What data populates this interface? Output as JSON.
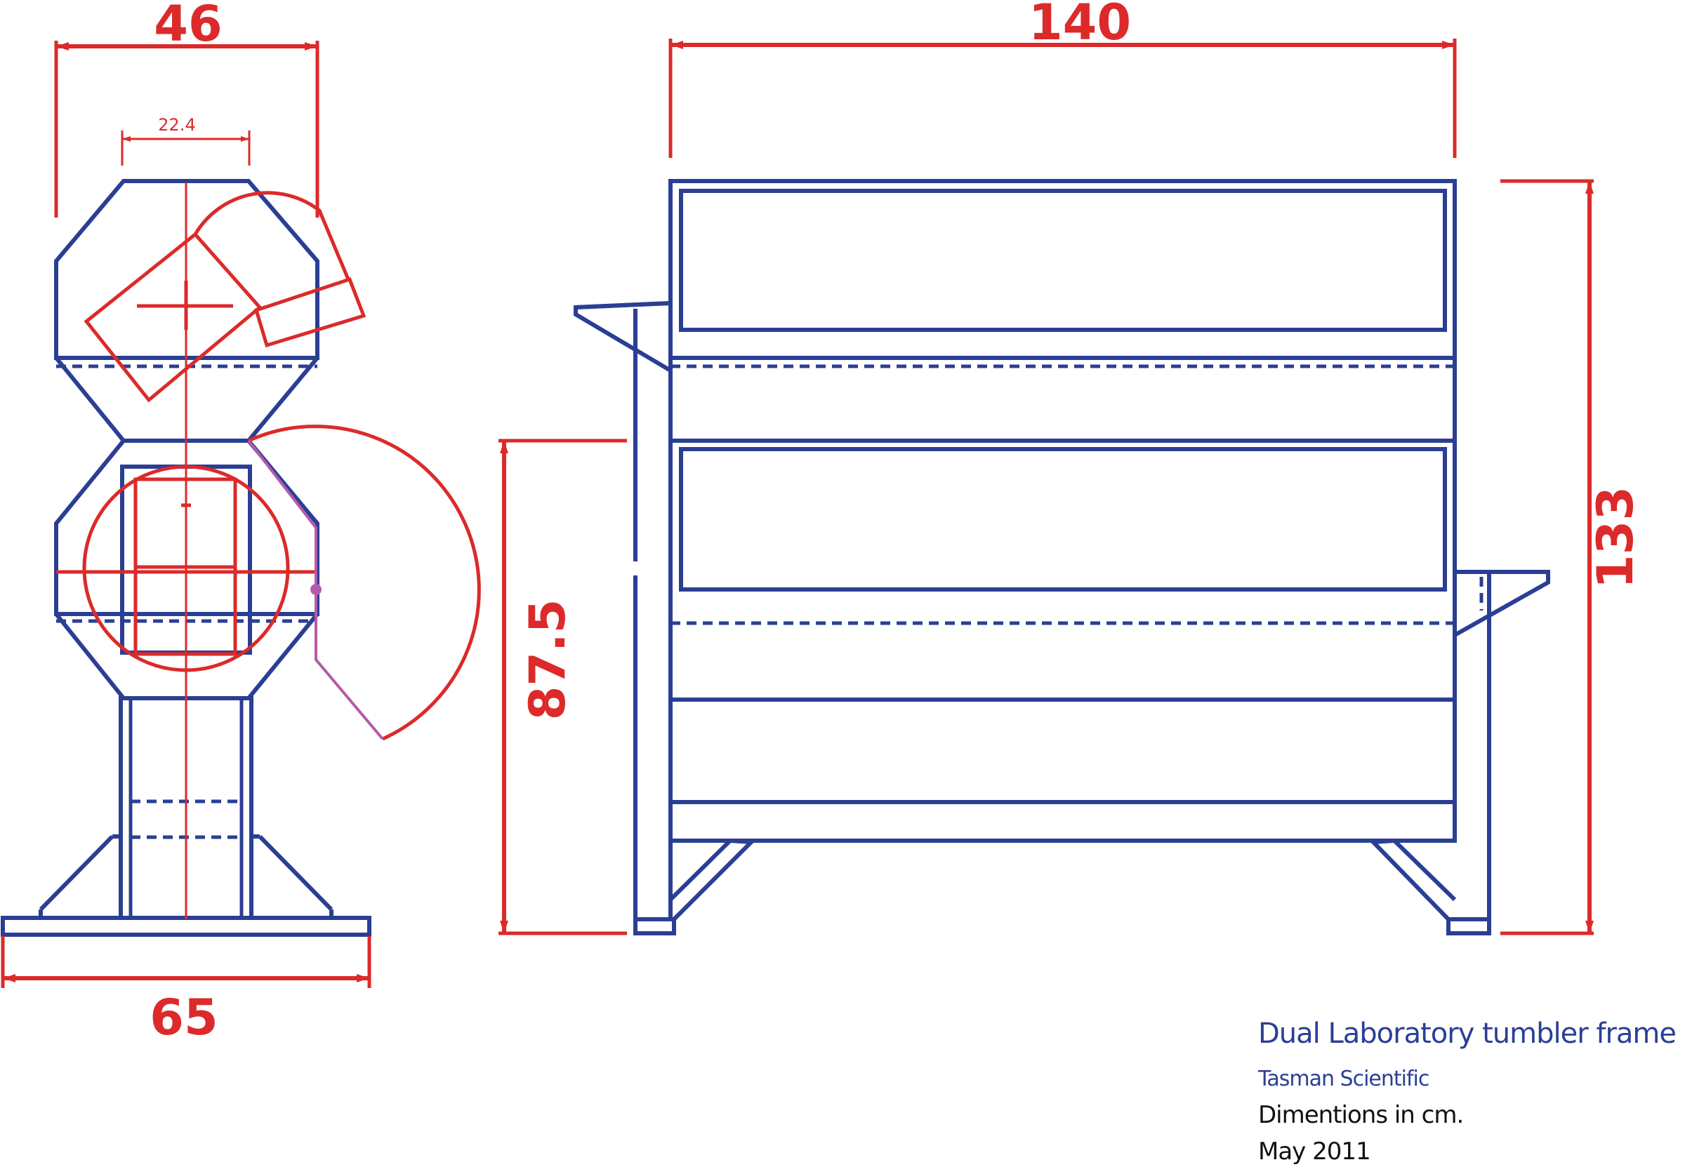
{
  "dimensions": {
    "side_width": "46",
    "drum_width": "22.4",
    "base_width": "65",
    "front_width": "140",
    "total_height": "133",
    "table_height": "87.5"
  },
  "title_block": {
    "title": "Dual Laboratory tumbler frame",
    "company": "Tasman Scientific",
    "units_note": "Dimentions in cm.",
    "date": "May 2011"
  },
  "colors": {
    "frame": "#2a3f94",
    "dimension": "#dc2a2a",
    "swing": "#b55aa8",
    "note_text": "#111111"
  }
}
